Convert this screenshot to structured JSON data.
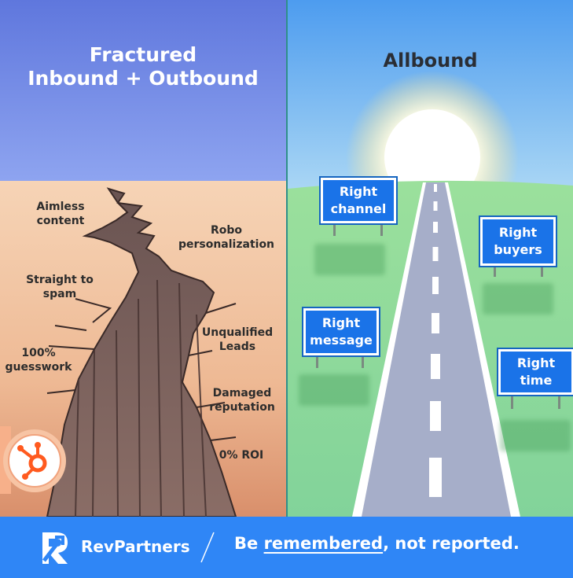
{
  "left": {
    "title_line1": "Fractured",
    "title_line2": "Inbound + Outbound",
    "labels": {
      "aimless": "Aimless\ncontent",
      "robo": "Robo\npersonalization",
      "spam": "Straight to\nspam",
      "unqualified": "Unqualified\nLeads",
      "guesswork": "100%\nguesswork",
      "damaged": "Damaged\nreputation",
      "roi": "0% ROI"
    },
    "badge_icon": "hubspot-sprocket-icon"
  },
  "right": {
    "title": "Allbound",
    "signs": {
      "channel": "Right\nchannel",
      "buyers": "Right\nbuyers",
      "message": "Right\nmessage",
      "time": "Right\ntime"
    }
  },
  "footer": {
    "brand": "RevPartners",
    "tagline_before": "Be ",
    "tagline_emph": "remembered",
    "tagline_after": ", not reported.",
    "logo_icon": "revpartners-r-logo"
  },
  "colors": {
    "left_sky": "#6a84e6",
    "sand": "#f4c9a6",
    "right_sky": "#56a8ee",
    "grass": "#8fd89a",
    "road": "#a6aec9",
    "sign_blue": "#1a73e8",
    "footer_blue": "#2f86f6",
    "hubspot_orange": "#ff5a1f"
  }
}
